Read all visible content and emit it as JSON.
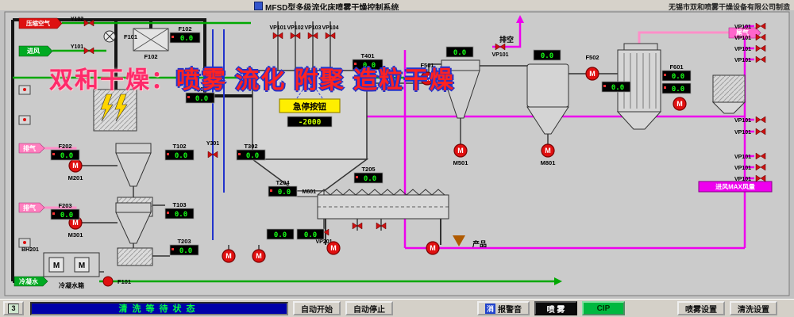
{
  "titlebar": {
    "title": "MFSD型多级流化床喷雾干燥控制系统",
    "company": "无锡市双和喷雾干燥设备有限公司制造"
  },
  "watermark": {
    "prefix": "双和干燥：",
    "text": "喷雾 流化 附聚 造粒干燥"
  },
  "tags": {
    "compressed_air": "压缩空气",
    "inlet_air": "进风",
    "exhaust_1": "排气",
    "exhaust_2": "排气",
    "condensate": "冷凝水",
    "tail_gas": "尾气",
    "vent": "排空",
    "max_flow": "进风MAX风量",
    "product": "产品",
    "condensate_tank": "冷凝水箱",
    "bh201": "BH201"
  },
  "valves": {
    "vp101": "VP101",
    "vp102": "VP102",
    "vp103": "VP103",
    "vp104": "VP104",
    "vp201": "VP201",
    "vp_vent": "VP101",
    "vp_right": "VP101",
    "y101": "Y101",
    "y102": "Y102",
    "y301": "Y301"
  },
  "motors": {
    "letter": "M",
    "m201": "M201",
    "m301": "M301",
    "m501": "M501",
    "m601": "M601",
    "m801": "M801",
    "f101_fan": "F101",
    "f101_pump": "F101",
    "f501": "F501",
    "f502": "F502",
    "exchanger": "F102"
  },
  "chamber": {
    "emergency": "急停按钮",
    "level": "-2000"
  },
  "displays": [
    {
      "label": "F102",
      "value": "0.0"
    },
    {
      "label": "T201",
      "value": "0.0"
    },
    {
      "label": "T401",
      "value": "0.0"
    },
    {
      "label": "T102",
      "value": "0.0"
    },
    {
      "label": "T302",
      "value": "0.0"
    },
    {
      "label": "F202",
      "value": "0.0"
    },
    {
      "label": "T103",
      "value": "0.0"
    },
    {
      "label": "F203",
      "value": "0.0"
    },
    {
      "label": "T203",
      "value": "0.0"
    },
    {
      "label": "T204",
      "value": "0.0"
    },
    {
      "label": "T205",
      "value": "0.0"
    },
    {
      "label": "",
      "value": "0.0"
    },
    {
      "label": "F601",
      "value": "0.0"
    },
    {
      "label": "",
      "value": "0.0"
    },
    {
      "label": "",
      "value": "0.0"
    },
    {
      "label": "",
      "value": "0.0"
    },
    {
      "label": "",
      "value": "0.0"
    },
    {
      "label": "",
      "value": "0.0"
    }
  ],
  "statusbar": {
    "counter": "3",
    "status": "清洗等待状态",
    "auto_start": "自动开始",
    "auto_stop": "自动停止",
    "mute_prefix": "消",
    "mute_label": "报警音",
    "spray": "喷 雾",
    "cip": "CIP",
    "spray_settings": "喷雾设置",
    "clean_settings": "清洗设置"
  }
}
